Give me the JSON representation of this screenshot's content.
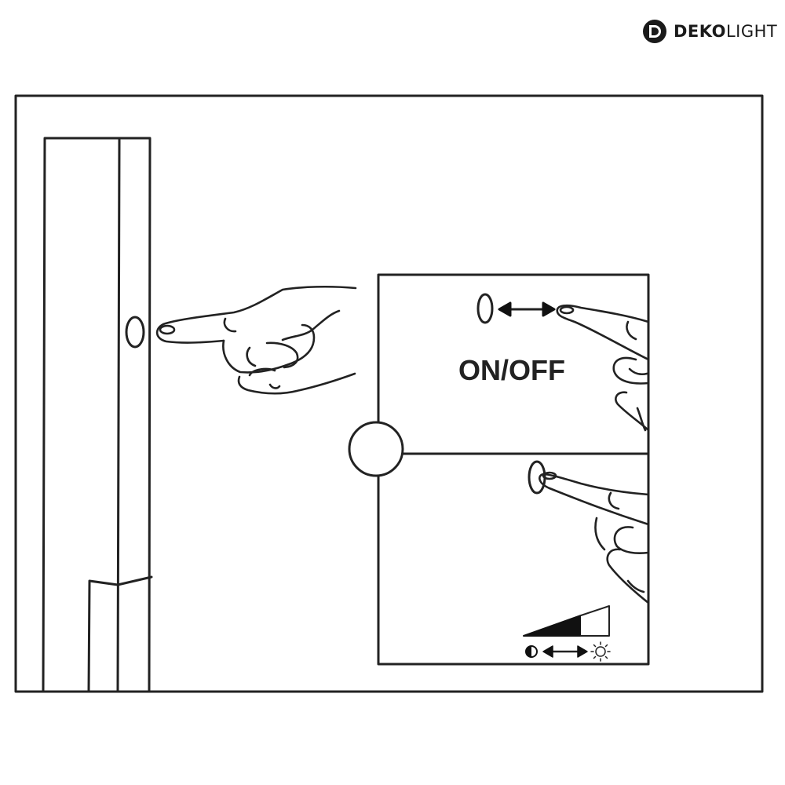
{
  "brand": {
    "name_bold": "DEKO",
    "name_light": "LIGHT",
    "icon": "dekolight-logo-icon"
  },
  "panel_top": {
    "label": "ON/OFF",
    "icons": [
      "button-icon",
      "double-arrow-icon",
      "finger-tap-icon"
    ]
  },
  "panel_bottom": {
    "icons": [
      "button-press-icon",
      "brightness-ramp-icon",
      "dim-icon",
      "double-arrow-icon",
      "bright-sun-icon"
    ]
  },
  "colors": {
    "line": "#222222",
    "fill_dark": "#111111",
    "background": "#ffffff"
  }
}
